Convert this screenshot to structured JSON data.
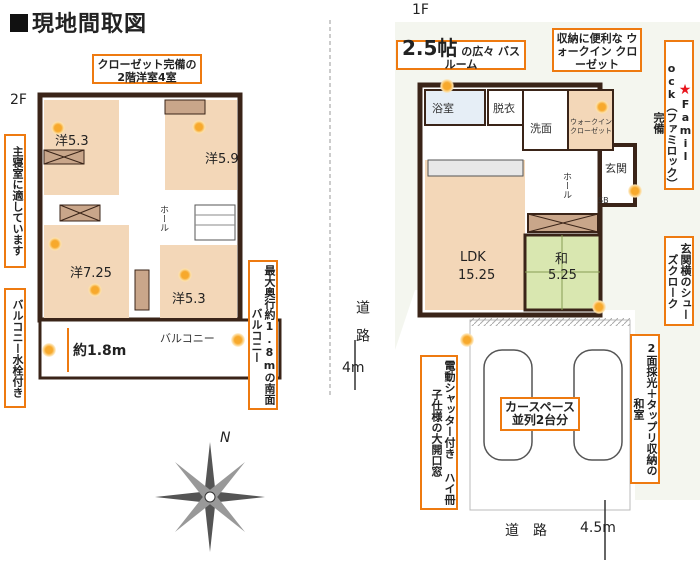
{
  "title": "現地間取図",
  "floor2": {
    "label": "2F",
    "rooms": {
      "west_a": "洋5.3",
      "west_b": "洋5.9",
      "west_c": "洋7.25",
      "west_d": "洋5.3",
      "hall": "ホール",
      "balcony": "バルコニー"
    },
    "dimension": "約1.8m"
  },
  "floor1": {
    "label": "1F",
    "rooms": {
      "bath": "浴室",
      "dressing": "脱衣",
      "wash": "洗面",
      "walkin": "ウォークイン クローゼット",
      "hall": "ホール",
      "entrance": "玄関",
      "ldk": "LDK",
      "ldk_size": "15.25",
      "japanese": "和",
      "japanese_size": "5.25",
      "shoes_dim": "SB"
    }
  },
  "callouts": {
    "closet_2f": "クローゼット完備の 2階洋室4室",
    "master": "主寝室に適しています",
    "balcony_water": "バルコニー水栓付き",
    "south_balcony": "最大奥行約1.8mの南面バルコニー",
    "bathroom_big": "2.5帖",
    "bathroom_text": "の広々 バスルーム",
    "walkin": "収納に便利な ウォークイン クローゼット",
    "famlock": "Famil ock（ファミロック）完備",
    "shoes": "玄関横のシューズクローク",
    "japanese_room": "2面採光＋タップリ収納の和室",
    "carport": "カースペース 並列2台分",
    "window": "電動シャッター付き ハイ冊子仕様の大開口窓"
  },
  "road": {
    "left_label": "道　路",
    "left_width": "4m",
    "bottom_label": "道　路",
    "bottom_width": "4.5m"
  },
  "compass": "N",
  "colors": {
    "accent": "#ee7a10",
    "star": "#e8141c",
    "wall": "#3a2418",
    "floor": "#f3d7b8",
    "tatami": "#d9e7b0"
  }
}
